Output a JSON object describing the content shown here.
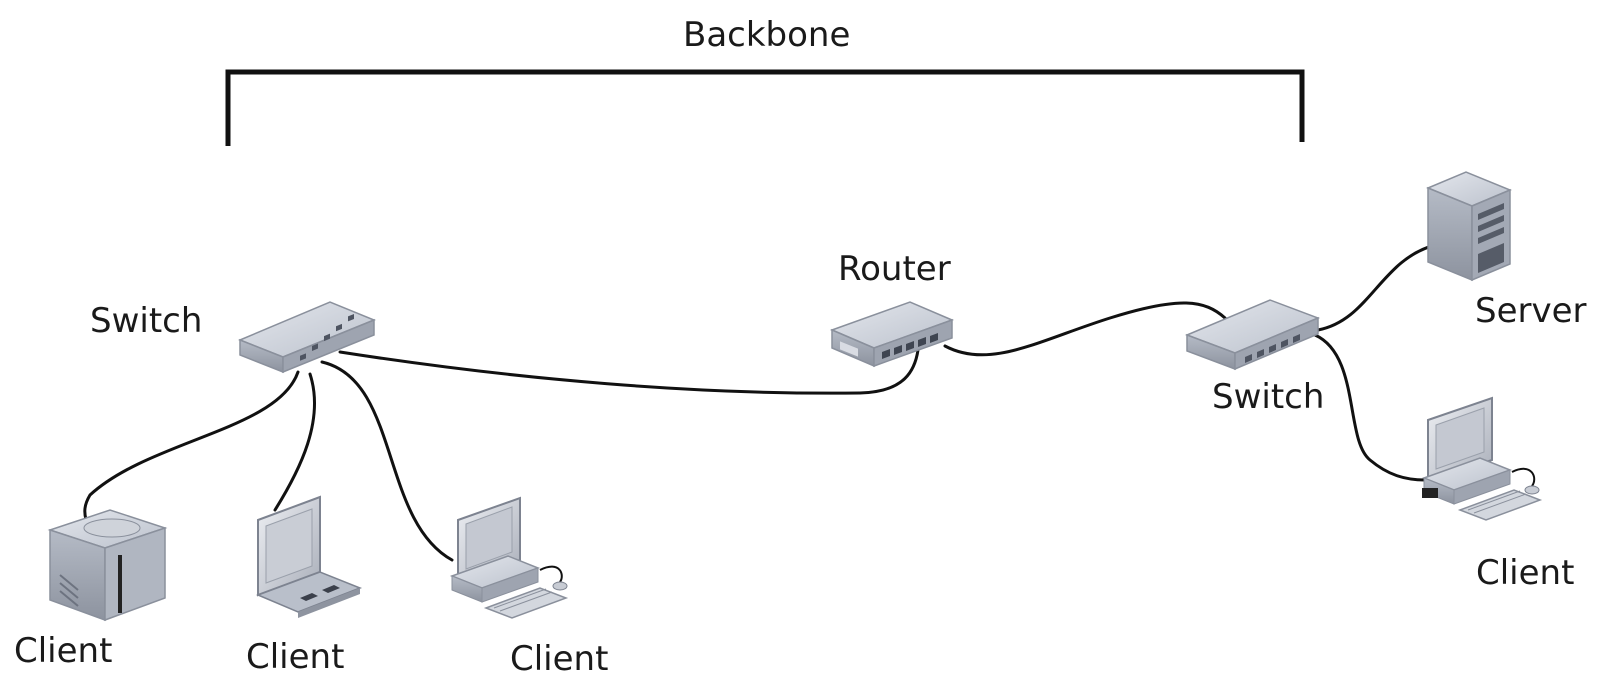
{
  "diagram": {
    "labels": {
      "backbone": "Backbone",
      "router": "Router",
      "switch_left": "Switch",
      "switch_right": "Switch",
      "server": "Server",
      "client_1": "Client",
      "client_2": "Client",
      "client_3": "Client",
      "client_4": "Client"
    },
    "devices": [
      {
        "id": "switch-left",
        "type": "switch-icon"
      },
      {
        "id": "router",
        "type": "router-icon"
      },
      {
        "id": "switch-right",
        "type": "switch-icon"
      },
      {
        "id": "server",
        "type": "server-icon"
      },
      {
        "id": "client-1",
        "type": "printer-icon"
      },
      {
        "id": "client-2",
        "type": "laptop-icon"
      },
      {
        "id": "client-3",
        "type": "desktop-computer-icon"
      },
      {
        "id": "client-4",
        "type": "desktop-computer-icon"
      }
    ],
    "links": [
      [
        "switch-left",
        "client-1"
      ],
      [
        "switch-left",
        "client-2"
      ],
      [
        "switch-left",
        "client-3"
      ],
      [
        "switch-left",
        "router"
      ],
      [
        "router",
        "switch-right"
      ],
      [
        "switch-right",
        "server"
      ],
      [
        "switch-right",
        "client-4"
      ]
    ],
    "colors": {
      "device_fill": "#c7ccd6",
      "device_shade": "#a9afbb",
      "device_dark": "#7d8390",
      "screen": "#d6d9e0",
      "line": "#111111"
    }
  }
}
